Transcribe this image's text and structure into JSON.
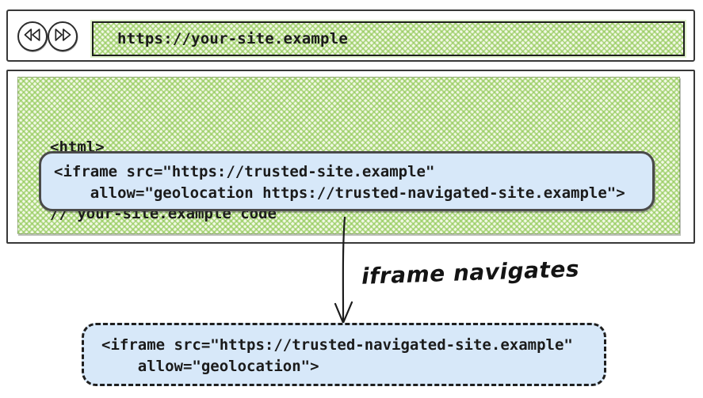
{
  "browser": {
    "nav_icons": {
      "back": "fast-rewind",
      "forward": "fast-forward"
    },
    "address_bar": {
      "url": "https://your-site.example"
    },
    "page": {
      "code_line1": "<html>",
      "code_line2": "// your-site.example code",
      "iframe_embed": {
        "line1": "<iframe src=\"https://trusted-site.example\"",
        "line2": "    allow=\"geolocation https://trusted-navigated-site.example\">"
      }
    }
  },
  "annotation": {
    "arrow_label": "iframe navigates"
  },
  "navigated_iframe": {
    "line1": "<iframe src=\"https://trusted-navigated-site.example\"",
    "line2": "    allow=\"geolocation\">"
  },
  "colors": {
    "hatch_green": "#a6d36f",
    "box_blue": "#d7e8f9",
    "ink": "#1e1e1e"
  }
}
